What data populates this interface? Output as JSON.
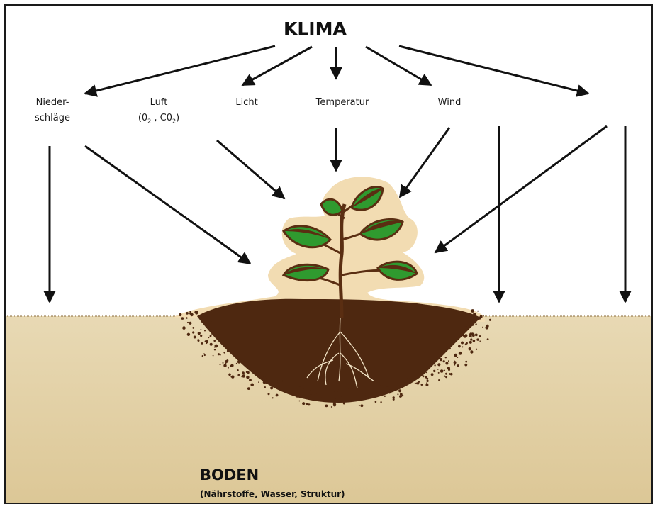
{
  "title": "KLIMA",
  "factors": {
    "niederschlaege_line1": "Nieder-",
    "niederschlaege_line2": "schläge",
    "luft_line1": "Luft",
    "luft_line2_o": "(0",
    "luft_line2_o_sub": "2",
    "luft_line2_sep": " , C0",
    "luft_line2_c_sub": "2",
    "luft_line2_end": ")",
    "licht": "Licht",
    "temperatur": "Temperatur",
    "wind": "Wind"
  },
  "soil": {
    "title": "BODEN",
    "subtitle": "(Nährstoffe, Wasser, Struktur)"
  },
  "colors": {
    "arrow": "#111111",
    "soil_top": "#e6d6b0",
    "soil_bottom": "#d9c491",
    "plant_brown": "#5a2e12",
    "leaf_green": "#2f9a2f",
    "halo": "#f2dcb2"
  }
}
